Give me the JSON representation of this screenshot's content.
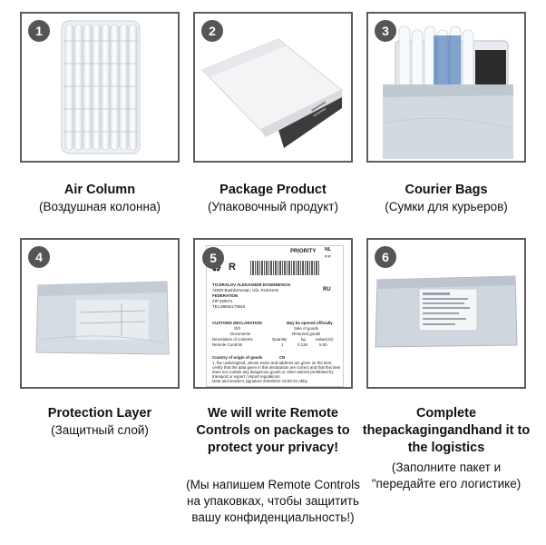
{
  "steps": [
    {
      "number": "1",
      "title": "Air Column",
      "subtitle": "(Воздушная колонна)",
      "image": "air-column-bag"
    },
    {
      "number": "2",
      "title": "Package Product",
      "subtitle": "(Упаковочный продукт)",
      "image": "white-poly-mailer"
    },
    {
      "number": "3",
      "title": "Courier Bags",
      "subtitle": "(Сумки для курьеров)",
      "image": "courier-bag-with-item"
    },
    {
      "number": "4",
      "title": "Protection Layer",
      "subtitle": "(Защитный слой)",
      "image": "sealed-grey-bag"
    },
    {
      "number": "5",
      "title": "We will write Remote Controls on packages to protect your privacy!",
      "subtitle": "(Мы напишем Remote Controls на упаковках, чтобы защитить вашу конфиденциальность!)",
      "image": "shipping-label"
    },
    {
      "number": "6",
      "title": "Complete thepackagingandhand it to the logistics",
      "subtitle": "(Заполните пакет и \"передайте его логистике)",
      "image": "labeled-package"
    }
  ],
  "shipping_label": {
    "priority": "PRIORITY",
    "nl": "NL",
    "pp": "P.P.",
    "r": "R",
    "ru": "RU",
    "to_line1": "TO:DRALOV ALEKSANDR EVGENIEVICH",
    "to_line2": "ADDR:Bashkortostan, Ufa, RUSSIAN",
    "to_line3": "FEDERATION",
    "to_line4": "ZIP:450071",
    "to_line5": "TEL:89834175063",
    "customs": "CUSTOMS DECLARATION",
    "may_open": "May be opened officially",
    "gift": "Gift",
    "sale": "Sale of goods",
    "documents": "Documents",
    "returned": "Returned goods",
    "desc_header": "Description of contents",
    "qty": "Quantity",
    "kg": "kg",
    "value": "value(US)",
    "item": "Remote Controls",
    "item_qty": "1",
    "item_kg": "0.136",
    "item_value": "5.00",
    "country": "Country of origin of goods",
    "cn": "CN",
    "cert1": "1, the undersigned, whose name and address are given on the item,",
    "cert2": "certify that the data given in this declaration are correct and that this item",
    "cert3": "does not contain any dangerous goods or other articles prohibited by",
    "cert4": "transport or export / import regulations.",
    "cert5": "Date and sender's signature 2020/6/22 15:00:23 Abby"
  }
}
